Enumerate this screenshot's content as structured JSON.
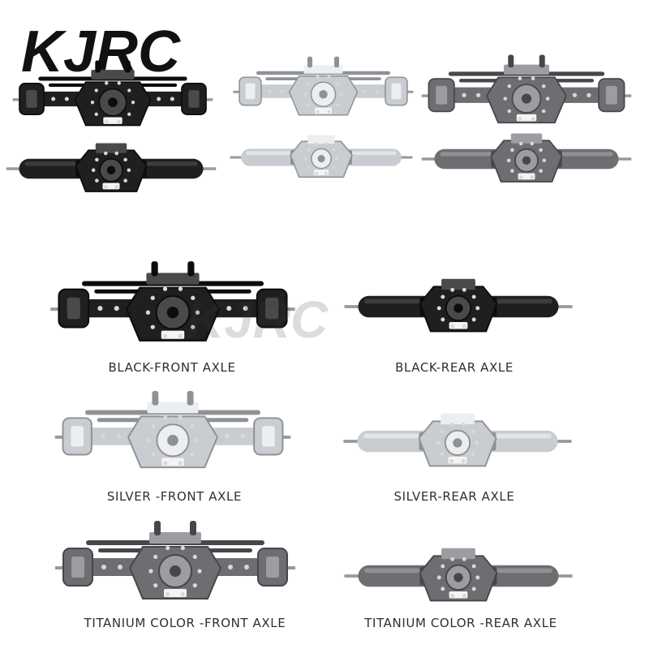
{
  "brand": {
    "logo_text": "KJRC"
  },
  "watermark": {
    "text": "KJRC"
  },
  "colors": {
    "black": "#1f1f20",
    "black_hi": "#4a4a4c",
    "silver": "#c9ccd0",
    "silver_hi": "#eceef0",
    "titanium": "#6d6e72",
    "titanium_hi": "#9c9da1",
    "bolt": "#d8d8d8",
    "caption": "#2f2f2f"
  },
  "captions": {
    "black_front": "BLACK-FRONT AXLE",
    "black_rear": "BLACK-REAR AXLE",
    "silver_front": "SILVER -FRONT AXLE",
    "silver_rear": "SILVER-REAR AXLE",
    "titanium_front": "TITANIUM COLOR -FRONT AXLE",
    "titanium_rear": "TITANIUM COLOR -REAR AXLE"
  }
}
